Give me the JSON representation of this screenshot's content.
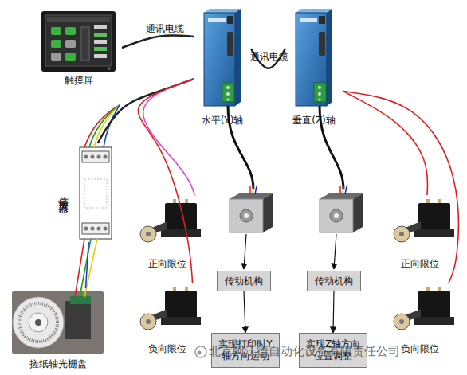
{
  "diagram": {
    "nodes": [
      {
        "text": [
          "触摸屏"
        ]
      },
      {
        "text": [
          "水平(Y)轴"
        ]
      },
      {
        "text": [
          "垂直(Z)轴"
        ]
      },
      {
        "text": [
          "信号放大器"
        ]
      },
      {
        "text": [
          "正向限位"
        ]
      },
      {
        "text": [
          "传动机构"
        ]
      },
      {
        "text": [
          "传动机构"
        ]
      },
      {
        "text": [
          "正向限位"
        ]
      },
      {
        "text": [
          "负向限位"
        ]
      },
      {
        "text": [
          "实现打印时Y轴方向运动"
        ]
      },
      {
        "text": [
          "实现Z轴方向位置调整"
        ]
      },
      {
        "text": [
          "负向限位"
        ]
      },
      {
        "text": [
          "搓纸轴光栅盘"
        ]
      }
    ],
    "edges": [
      {
        "from": 0,
        "to": 1,
        "label": "通讯电缆",
        "arrow": "none"
      },
      {
        "from": 1,
        "to": 2,
        "label": "通讯电缆",
        "arrow": "none"
      },
      {
        "from": 1,
        "to": 3,
        "arrow": "none"
      },
      {
        "from": 1,
        "to": 4,
        "arrow": "none"
      },
      {
        "from": 1,
        "to": 8,
        "arrow": "none"
      },
      {
        "from": 3,
        "to": 12,
        "arrow": "none"
      },
      {
        "from": 2,
        "to": 7,
        "arrow": "none"
      },
      {
        "from": 2,
        "to": 11,
        "arrow": "none"
      },
      {
        "from": 5,
        "to": 9,
        "arrow": "to"
      },
      {
        "from": 6,
        "to": 10,
        "arrow": "to"
      }
    ],
    "labels": [
      "北京阿沃德自动化设备有限责任公司"
    ]
  }
}
